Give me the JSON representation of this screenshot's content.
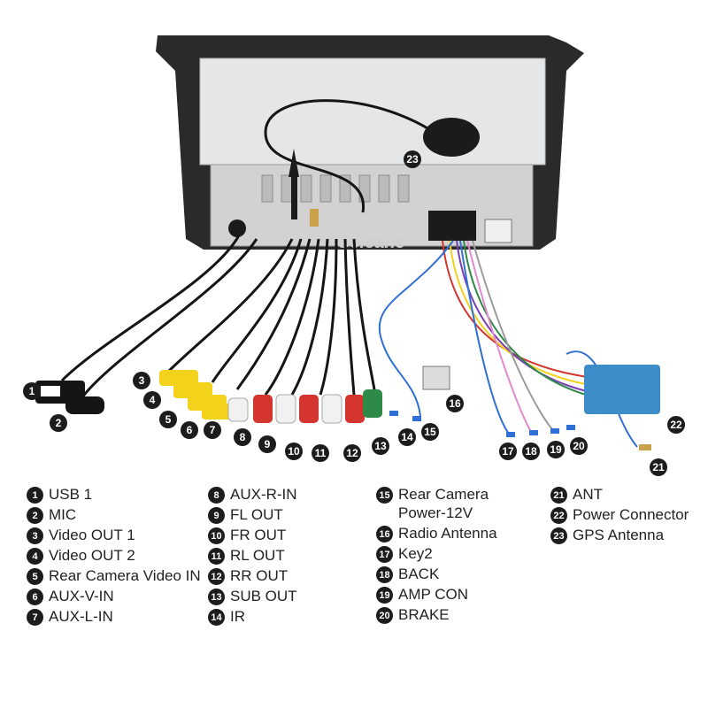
{
  "brand_watermark": "Seicane",
  "colors": {
    "badge": "#1c1c1c",
    "frame": "#2a2a2a",
    "unit_metal": "#d7d7d7",
    "cable_black": "#151515",
    "rca_yellow": "#f2d21b",
    "rca_red": "#d4352e",
    "rca_white": "#f1f1f1",
    "rca_green": "#2e8a48",
    "connector_blue": "#3d8ec8",
    "wire_blue": "#2f6fd6"
  },
  "callouts": [
    "1",
    "2",
    "3",
    "4",
    "5",
    "6",
    "7",
    "8",
    "9",
    "10",
    "11",
    "12",
    "13",
    "14",
    "15",
    "16",
    "17",
    "18",
    "19",
    "20",
    "21",
    "22",
    "23"
  ],
  "legend": {
    "col1": [
      {
        "num": "1",
        "label": "USB 1"
      },
      {
        "num": "2",
        "label": "MIC"
      },
      {
        "num": "3",
        "label": "Video OUT 1"
      },
      {
        "num": "4",
        "label": "Video OUT 2"
      },
      {
        "num": "5",
        "label": "Rear Camera Video IN"
      },
      {
        "num": "6",
        "label": "AUX-V-IN"
      },
      {
        "num": "7",
        "label": "AUX-L-IN"
      }
    ],
    "col2": [
      {
        "num": "8",
        "label": "AUX-R-IN"
      },
      {
        "num": "9",
        "label": "FL OUT"
      },
      {
        "num": "10",
        "label": "FR OUT"
      },
      {
        "num": "11",
        "label": "RL OUT"
      },
      {
        "num": "12",
        "label": "RR OUT"
      },
      {
        "num": "13",
        "label": "SUB OUT"
      },
      {
        "num": "14",
        "label": "IR"
      }
    ],
    "col3": [
      {
        "num": "15",
        "label": "Rear Camera\nPower-12V"
      },
      {
        "num": "16",
        "label": "Radio Antenna"
      },
      {
        "num": "17",
        "label": "Key2"
      },
      {
        "num": "18",
        "label": "BACK"
      },
      {
        "num": "19",
        "label": "AMP CON"
      },
      {
        "num": "20",
        "label": "BRAKE"
      }
    ],
    "col4": [
      {
        "num": "21",
        "label": "ANT"
      },
      {
        "num": "22",
        "label": "Power Connector"
      },
      {
        "num": "23",
        "label": "GPS Antenna"
      }
    ]
  }
}
